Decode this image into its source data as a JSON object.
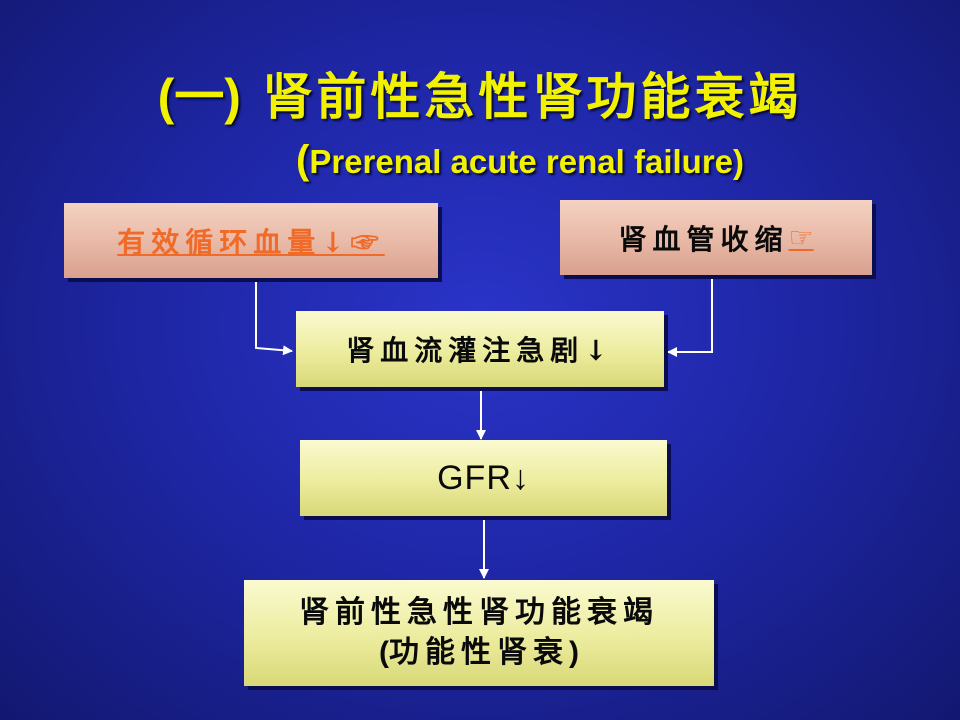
{
  "title": {
    "prefix": "(一)",
    "text": "肾前性急性肾功能衰竭"
  },
  "subtitle": {
    "open_paren": "(",
    "text": "Prerenal acute renal failure)"
  },
  "boxes": {
    "effective_volume": {
      "label": "有效循环血量↓",
      "icon": "pointing-hand-icon"
    },
    "vasoconstriction": {
      "label": "肾血管收缩 ",
      "icon": "pointing-hand-icon"
    },
    "perfusion": {
      "label": "肾血流灌注急剧↓"
    },
    "gfr": {
      "label": "GFR↓"
    },
    "result": {
      "line1": "肾前性急性肾功能衰竭",
      "line2_open": "(",
      "line2_text": "功能性肾衰",
      "line2_close": ")"
    }
  },
  "glyphs": {
    "pointing_hand": "☞"
  },
  "colors": {
    "background": "#1f27a8",
    "title_yellow": "#f2f200",
    "link_orange": "#f06a28",
    "pink_box": "#e8b8a6",
    "cream_box": "#ecec9e",
    "arrow": "#ffffff"
  }
}
